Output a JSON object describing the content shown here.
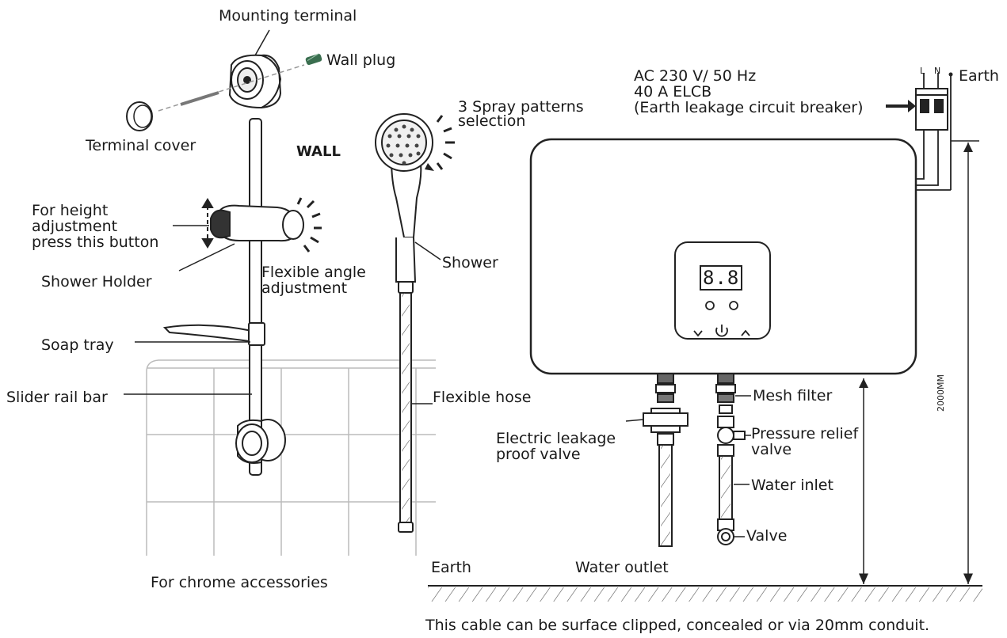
{
  "labels": {
    "mounting_terminal": "Mounting terminal",
    "wall_plug": "Wall plug",
    "terminal_cover": "Terminal cover",
    "wall": "WALL",
    "spray_patterns": "3 Spray patterns\nselection",
    "height_adjustment": "For height\nadjustment\npress this button",
    "shower_holder": "Shower Holder",
    "flexible_angle": "Flexible angle\nadjustment",
    "shower": "Shower",
    "soap_tray": "Soap tray",
    "slider_rail_bar": "Slider rail bar",
    "flexible_hose": "Flexible hose",
    "chrome_accessories": "For chrome accessories",
    "power_spec": "AC 230 V/ 50 Hz\n40 A ELCB\n(Earth leakage circuit breaker)",
    "earth_top": "Earth",
    "mesh_filter": "Mesh filter",
    "leakage_valve": "Electric leakage\nproof valve",
    "pressure_relief": "Pressure relief\nvalve",
    "water_inlet": "Water inlet",
    "valve": "Valve",
    "earth_bottom": "Earth",
    "water_outlet": "Water outlet",
    "height_dimension": "2000MM",
    "cable_note": "This cable can be surface clipped, concealed or via 20mm conduit.",
    "breaker_l": "L",
    "breaker_n": "N"
  },
  "display": {
    "readout": "8.8"
  }
}
